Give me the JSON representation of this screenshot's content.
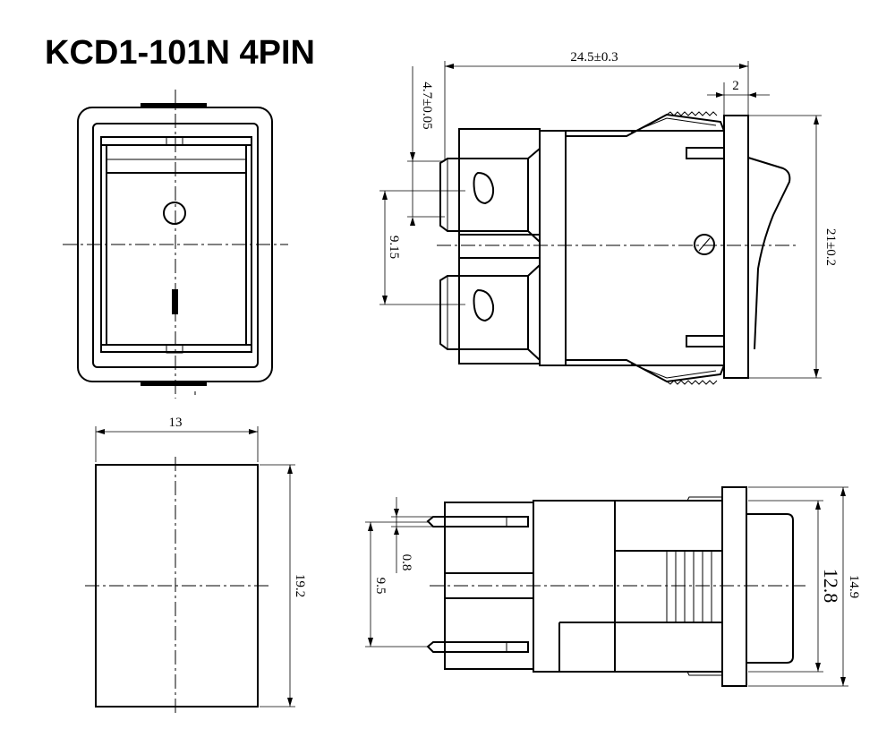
{
  "title": "KCD1-101N 4PIN",
  "dimensions": {
    "length": "24.5±0.3",
    "flange": "2",
    "terminal_offset": "4.7±0.05",
    "terminal_pitch_side": "9.15",
    "height": "21±0.2",
    "width": "13",
    "front_height": "19.2",
    "pin_thickness": "0.8",
    "pin_pitch_bottom": "9.5",
    "bezel_inner": "12.8",
    "bezel_outer": "14.9"
  },
  "marks": {
    "on_symbol": "I",
    "off_symbol": "O"
  }
}
